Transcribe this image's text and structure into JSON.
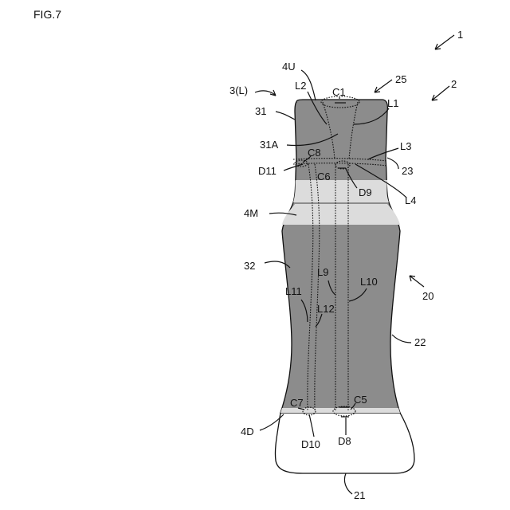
{
  "figure": {
    "title": "FIG.7"
  },
  "labels": {
    "l1": "1",
    "l2": "2",
    "l25": "25",
    "l4U": "4U",
    "l3L": "3(L)",
    "lL2": "L2",
    "lC1": "C1",
    "lL1": "L1",
    "l31": "31",
    "l31A": "31A",
    "lC8": "C8",
    "lL3": "L3",
    "lD11": "D11",
    "lC6": "C6",
    "l23": "23",
    "lD9": "D9",
    "lL4": "L4",
    "l4M": "4M",
    "l32": "32",
    "lL9": "L9",
    "lL10": "L10",
    "l20": "20",
    "lL11": "L11",
    "lL12": "L12",
    "l22": "22",
    "lC7": "C7",
    "lC5": "C5",
    "l4D": "4D",
    "lD10": "D10",
    "lD8": "D8",
    "l21": "21"
  },
  "colors": {
    "label_fill": "#8c8c8c",
    "light_band": "#dcdcdc",
    "outline": "#111111"
  }
}
